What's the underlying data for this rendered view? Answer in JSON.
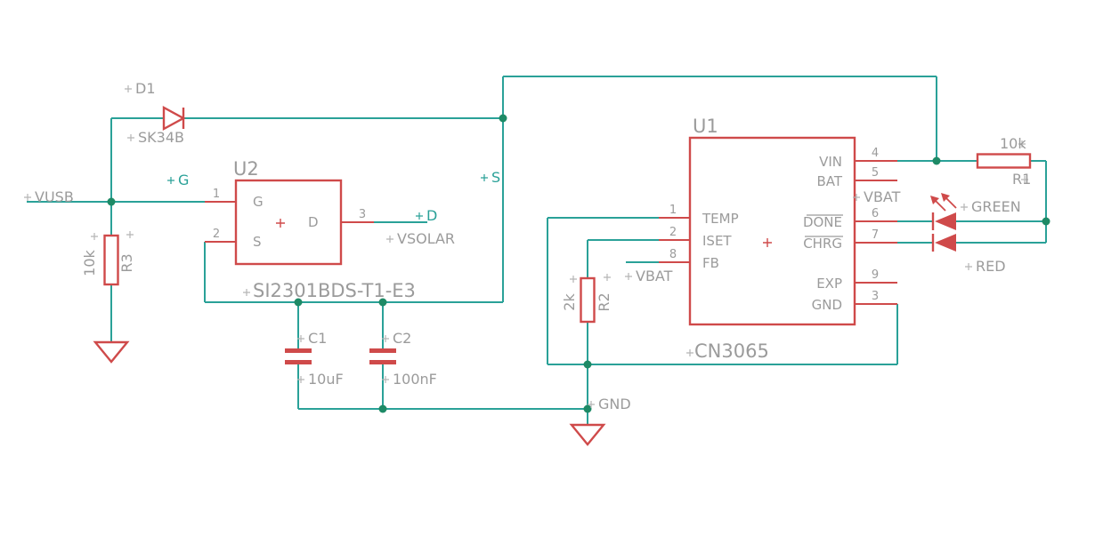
{
  "colors": {
    "wire": "#2aa198",
    "component": "#cf4a4a",
    "label_text": "#9b9b9b",
    "net_label_text": "#2aa198",
    "junction": "#1e8a66",
    "background": "#ffffff"
  },
  "components": {
    "d1": {
      "name": "D1",
      "value": "SK34B"
    },
    "u2": {
      "name": "U2",
      "value": "SI2301BDS-T1-E3",
      "pins": {
        "g": {
          "number": "1",
          "label": "G"
        },
        "s": {
          "number": "2",
          "label": "S"
        },
        "d": {
          "number": "3",
          "label": "D"
        }
      }
    },
    "u1": {
      "name": "U1",
      "value": "CN3065",
      "pins": {
        "vin": {
          "number": "4",
          "label": "VIN"
        },
        "bat": {
          "number": "5",
          "label": "BAT"
        },
        "done": {
          "number": "6",
          "label": "DONE"
        },
        "chrg": {
          "number": "7",
          "label": "CHRG"
        },
        "exp": {
          "number": "9",
          "label": "EXP"
        },
        "gnd": {
          "number": "3",
          "label": "GND"
        },
        "temp": {
          "number": "1",
          "label": "TEMP"
        },
        "iset": {
          "number": "2",
          "label": "ISET"
        },
        "fb": {
          "number": "8",
          "label": "FB"
        }
      }
    },
    "r1": {
      "name": "R1",
      "value": "10k"
    },
    "r2": {
      "name": "R2",
      "value": "2k"
    },
    "r3": {
      "name": "R3",
      "value": "10k"
    },
    "c1": {
      "name": "C1",
      "value": "10uF"
    },
    "c2": {
      "name": "C2",
      "value": "100nF"
    },
    "led_green": {
      "label": "GREEN"
    },
    "led_red": {
      "label": "RED"
    }
  },
  "nets": {
    "vusb": "VUSB",
    "vsolar": "VSOLAR",
    "vbat": "VBAT",
    "gnd": "GND",
    "gate": "G",
    "source": "S",
    "drain": "D"
  }
}
